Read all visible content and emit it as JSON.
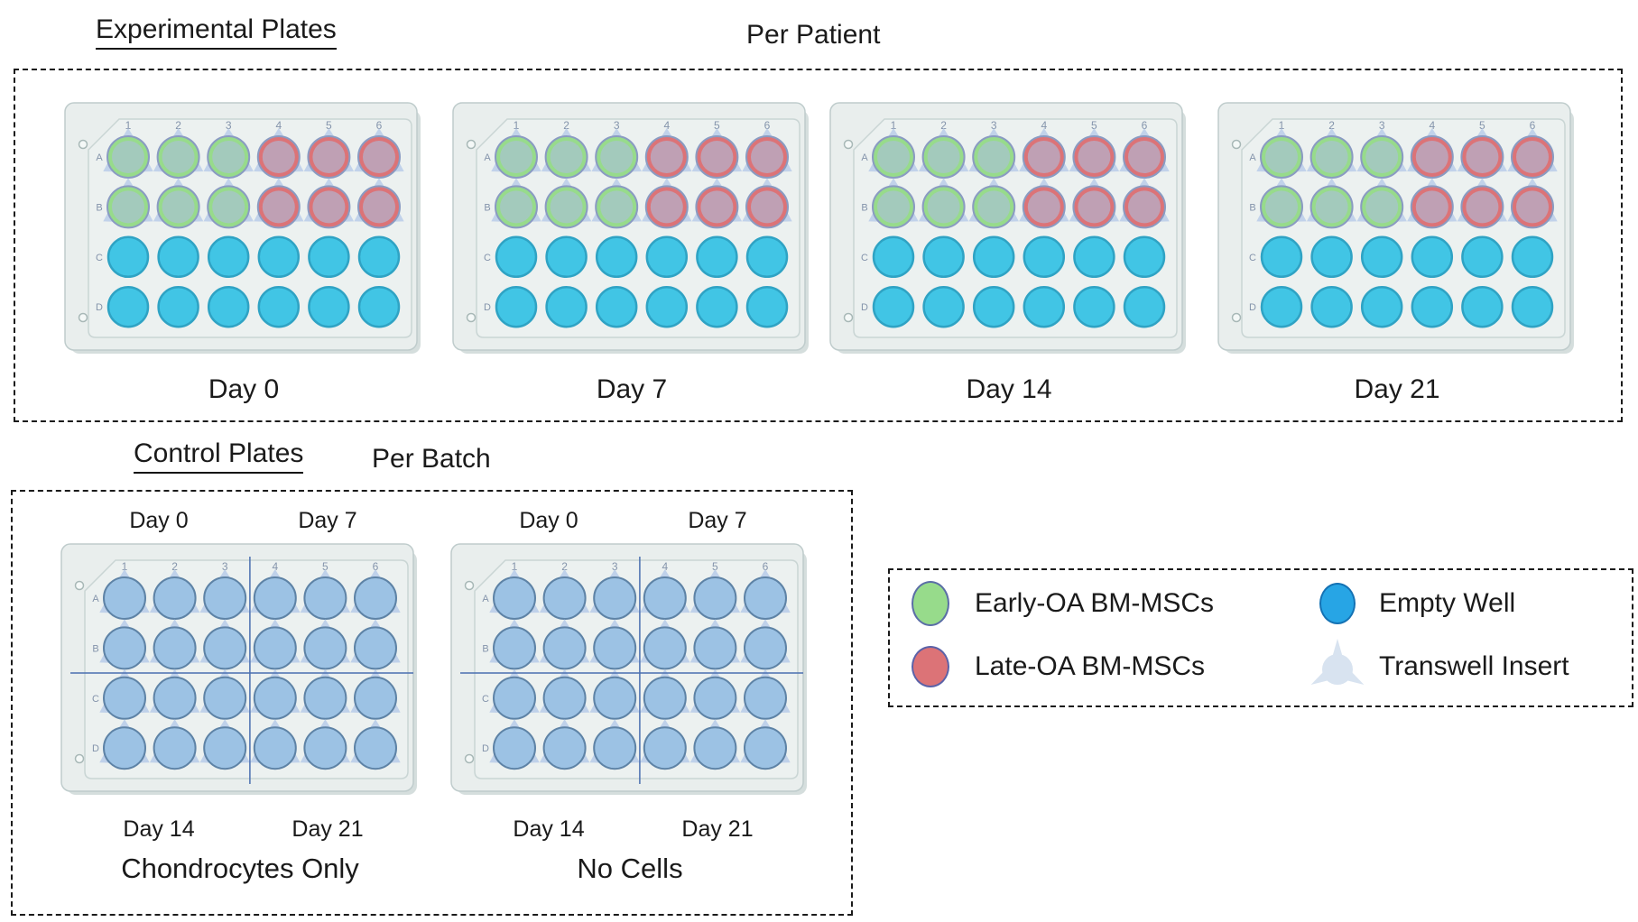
{
  "experimental": {
    "title": "Experimental Plates",
    "scope": "Per Patient",
    "plates": [
      {
        "label": "Day 0"
      },
      {
        "label": "Day 7"
      },
      {
        "label": "Day 14"
      },
      {
        "label": "Day 21"
      }
    ]
  },
  "control": {
    "title": "Control Plates",
    "scope": "Per Batch",
    "quadrant_labels": [
      "Day 0",
      "Day 7",
      "Day 14",
      "Day 21"
    ],
    "plates": [
      {
        "caption": "Chondrocytes Only"
      },
      {
        "caption": "No Cells"
      }
    ]
  },
  "legend": {
    "items": [
      {
        "swatch": "early",
        "label": "Early-OA BM-MSCs"
      },
      {
        "swatch": "late",
        "label": "Late-OA BM-MSCs"
      },
      {
        "swatch": "empty",
        "label": "Empty Well"
      },
      {
        "swatch": "transwell",
        "label": "Transwell Insert"
      }
    ]
  },
  "plate_defs": {
    "experimental": {
      "row_labels": [
        "A",
        "B",
        "C",
        "D"
      ],
      "col_labels": [
        "1",
        "2",
        "3",
        "4",
        "5",
        "6"
      ],
      "wells": [
        [
          "early",
          "early",
          "early",
          "late",
          "late",
          "late"
        ],
        [
          "early",
          "early",
          "early",
          "late",
          "late",
          "late"
        ],
        [
          "empty",
          "empty",
          "empty",
          "empty",
          "empty",
          "empty"
        ],
        [
          "empty",
          "empty",
          "empty",
          "empty",
          "empty",
          "empty"
        ]
      ],
      "divider": false
    },
    "control": {
      "row_labels": [
        "A",
        "B",
        "C",
        "D"
      ],
      "col_labels": [
        "1",
        "2",
        "3",
        "4",
        "5",
        "6"
      ],
      "wells": [
        [
          "transwell",
          "transwell",
          "transwell",
          "transwell",
          "transwell",
          "transwell"
        ],
        [
          "transwell",
          "transwell",
          "transwell",
          "transwell",
          "transwell",
          "transwell"
        ],
        [
          "transwell",
          "transwell",
          "transwell",
          "transwell",
          "transwell",
          "transwell"
        ],
        [
          "transwell",
          "transwell",
          "transwell",
          "transwell",
          "transwell",
          "transwell"
        ]
      ],
      "divider": true
    }
  },
  "colors": {
    "early": "#97DB8B",
    "late": "#DC7377",
    "early_rim": "#5B6EA6",
    "late_rim": "#5B62A8",
    "empty_well": "#41C5E5",
    "empty_rim": "#2FA3C4",
    "legend_empty": "#27A5E5",
    "legend_empty_rim": "#1472B4",
    "control_well": "#9CC2E4",
    "control_rim": "#5E83A6",
    "insert_tab": "#BDCFE9",
    "insert_veil": "#ABBEDD",
    "insert_rim": "#8A9BC2",
    "insert_icon": "#D8E3F0",
    "divider": "#4A6FB0",
    "plate_body": "#E9EEED",
    "plate_border": "#BFCCCC",
    "plate_inner": "#ECF1F0",
    "plate_inner_border": "#C9D5D4",
    "plate_shadow": "#D5DEDD",
    "plate_text": "#8494AB",
    "box_border": "#1A1A1A"
  }
}
